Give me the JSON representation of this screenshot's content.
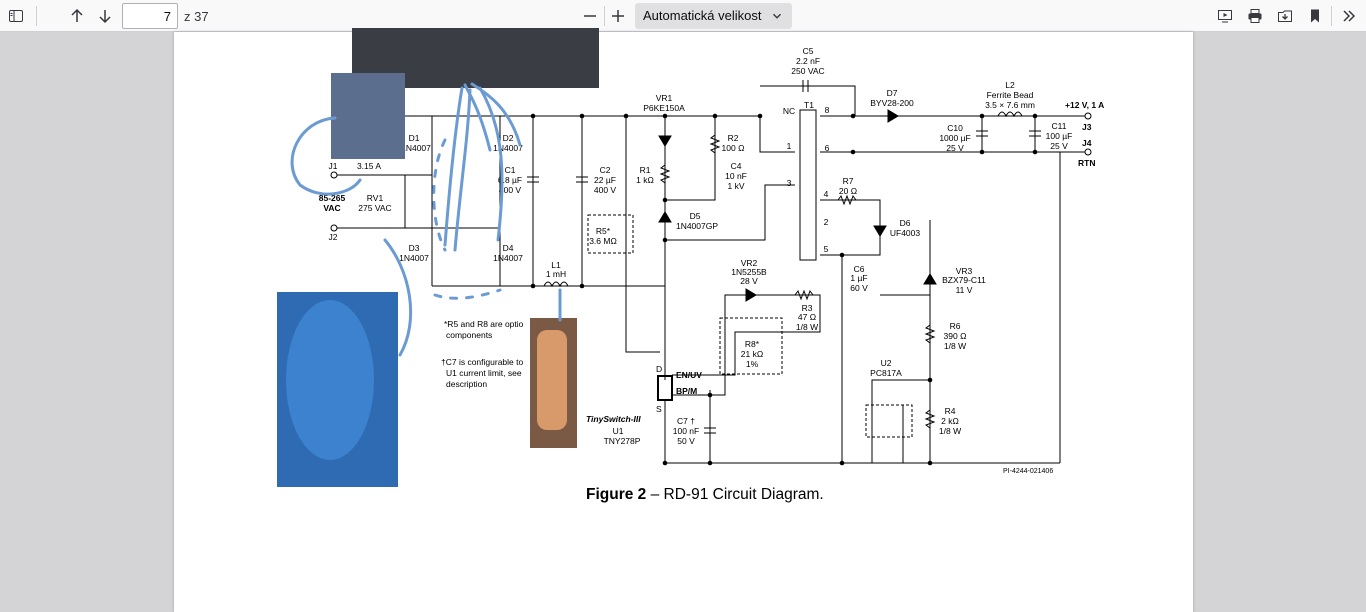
{
  "toolbar": {
    "page_number": "7",
    "page_count": "z 37",
    "zoom": "Automatická velikost",
    "icons": [
      "sidebar-icon",
      "up-arrow-icon",
      "down-arrow-icon",
      "minus-icon",
      "plus-icon",
      "chevron-down-icon",
      "presentation-icon",
      "print-icon",
      "save-icon",
      "bookmark-icon",
      "double-chevron-right-icon"
    ]
  },
  "caption": {
    "label": "Figure 2",
    "text": " – RD-91 Circuit Diagram."
  },
  "schematic": {
    "c5": [
      "C5",
      "2.2 nF",
      "250 VAC"
    ],
    "vr1": [
      "VR1",
      "P6KE150A"
    ],
    "d7": [
      "D7",
      "BYV28-200"
    ],
    "l2": [
      "L2",
      "Ferrite Bead",
      "3.5 × 7.6 mm"
    ],
    "out": [
      "+12 V, 1 A",
      "J3",
      "J4",
      "RTN"
    ],
    "t1": [
      "NC",
      "T1",
      "8",
      "1",
      "6",
      "3",
      "4",
      "2",
      "5"
    ],
    "c10": [
      "C10",
      "1000 µF",
      "25 V"
    ],
    "c11": [
      "C11",
      "100 µF",
      "25 V"
    ],
    "d1": [
      "D1",
      "1N4007"
    ],
    "d2": [
      "D2",
      "1N4007"
    ],
    "d3": [
      "D3",
      "1N4007"
    ],
    "d4": [
      "D4",
      "1N4007"
    ],
    "r2": [
      "R2",
      "100 Ω"
    ],
    "c4": [
      "C4",
      "10 nF",
      "1 kV"
    ],
    "r1": [
      "R1",
      "1 kΩ"
    ],
    "c1": [
      "C1",
      "6.8 µF",
      "400 V"
    ],
    "c2": [
      "C2",
      "22 µF",
      "400 V"
    ],
    "j1": [
      "J1",
      "3.15 A"
    ],
    "rv1": [
      "RV1",
      "275 VAC"
    ],
    "vac": [
      "85-265",
      "VAC"
    ],
    "j2": [
      "J2"
    ],
    "r7": [
      "R7",
      "20 Ω"
    ],
    "d6": [
      "D6",
      "UF4003"
    ],
    "d5": [
      "D5",
      "1N4007GP"
    ],
    "r5": [
      "R5*",
      "3.6 MΩ"
    ],
    "l1": [
      "L1",
      "1 mH"
    ],
    "vr2": [
      "VR2",
      "1N5255B",
      "28 V"
    ],
    "c6": [
      "C6",
      "1 µF",
      "60 V"
    ],
    "vr3": [
      "VR3",
      "BZX79-C11",
      "11 V"
    ],
    "r3": [
      "R3",
      "47 Ω",
      "1/8 W"
    ],
    "r8": [
      "R8*",
      "21 kΩ",
      "1%"
    ],
    "r6": [
      "R6",
      "390 Ω",
      "1/8 W"
    ],
    "u2": [
      "U2",
      "PC817A"
    ],
    "u1": [
      "D",
      "EN/UV",
      "BP/M",
      "S",
      "TinySwitch-III",
      "U1",
      "TNY278P"
    ],
    "c7": [
      "C7 †",
      "100 nF",
      "50 V"
    ],
    "r4": [
      "R4",
      "2 kΩ",
      "1/8 W"
    ],
    "notes": [
      "*R5 and R8 are optio",
      "components",
      "†C7 is configurable to",
      "U1 current limit, see",
      "description"
    ],
    "pi": "PI-4244-021406"
  },
  "colors": {
    "toolbar_bg": "#f9f9fa",
    "viewer_bg": "#d4d4d7",
    "annotation_stroke": "#6b9bd2"
  }
}
